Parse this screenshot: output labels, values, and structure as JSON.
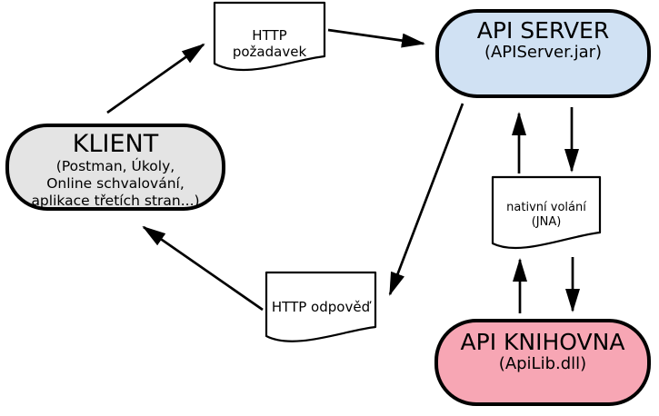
{
  "diagram": {
    "background": "#ffffff",
    "stroke_color": "#000000",
    "nodes": {
      "klient": {
        "title": "KLIENT",
        "lines": [
          "(Postman, Úkoly,",
          "Online schvalování,",
          "aplikace třetích stran...)"
        ],
        "fill": "#e4e4e4"
      },
      "api_server": {
        "title": "API SERVER",
        "subtitle": "(APIServer.jar)",
        "fill": "#d0e1f3"
      },
      "api_knihovna": {
        "title": "API KNIHOVNA",
        "subtitle": "(ApiLib.dll)",
        "fill": "#f7a6b4"
      },
      "http_request": {
        "label": "HTTP požadavek"
      },
      "http_response": {
        "label": "HTTP odpověď"
      },
      "native_call": {
        "label": "nativní volání",
        "sublabel": "(JNA)"
      }
    },
    "edges": [
      {
        "from": "klient",
        "to": "http_request"
      },
      {
        "from": "http_request",
        "to": "api_server"
      },
      {
        "from": "api_server",
        "to": "http_response"
      },
      {
        "from": "http_response",
        "to": "klient"
      },
      {
        "from": "native_call",
        "to": "api_server"
      },
      {
        "from": "api_server",
        "to": "native_call"
      },
      {
        "from": "api_knihovna",
        "to": "native_call"
      },
      {
        "from": "native_call",
        "to": "api_knihovna"
      }
    ]
  }
}
